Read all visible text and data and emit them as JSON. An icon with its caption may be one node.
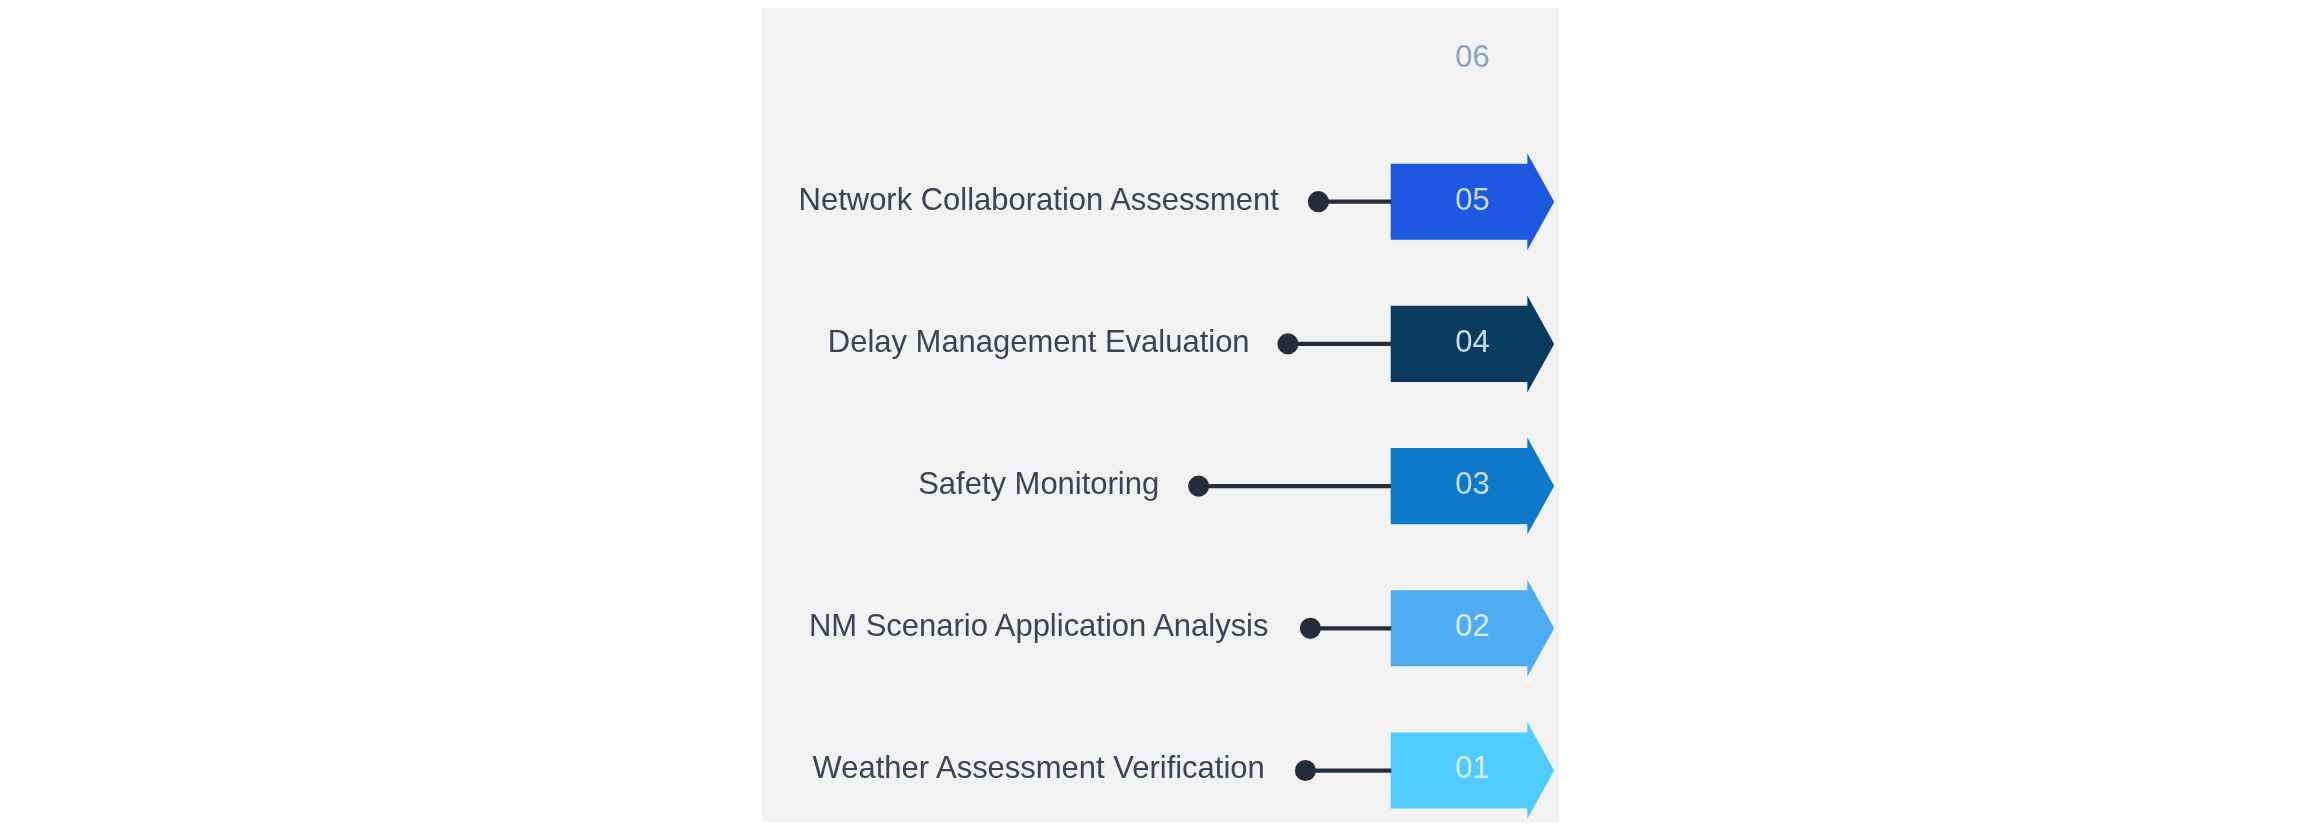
{
  "diagram": {
    "nodes": [
      {
        "text": [
          "01"
        ]
      },
      {
        "text": [
          "02"
        ]
      },
      {
        "text": [
          "03"
        ]
      },
      {
        "text": [
          "04"
        ]
      },
      {
        "text": [
          "05"
        ]
      },
      {
        "text": [
          "06"
        ]
      },
      {
        "text": [
          "Weather Assessment Verification"
        ]
      },
      {
        "text": [
          "NM Scenario Application Analysis"
        ]
      },
      {
        "text": [
          "Safety Monitoring"
        ]
      },
      {
        "text": [
          "Delay Management Evaluation"
        ]
      },
      {
        "text": [
          "Network Collaboration Assessment"
        ]
      }
    ],
    "edges": [
      {
        "from": 6,
        "to": 0,
        "arrow": "other"
      },
      {
        "from": 7,
        "to": 1,
        "arrow": "other"
      },
      {
        "from": 8,
        "to": 2,
        "arrow": "other"
      },
      {
        "from": 9,
        "to": 3,
        "arrow": "other"
      },
      {
        "from": 10,
        "to": 4,
        "arrow": "other"
      }
    ]
  }
}
